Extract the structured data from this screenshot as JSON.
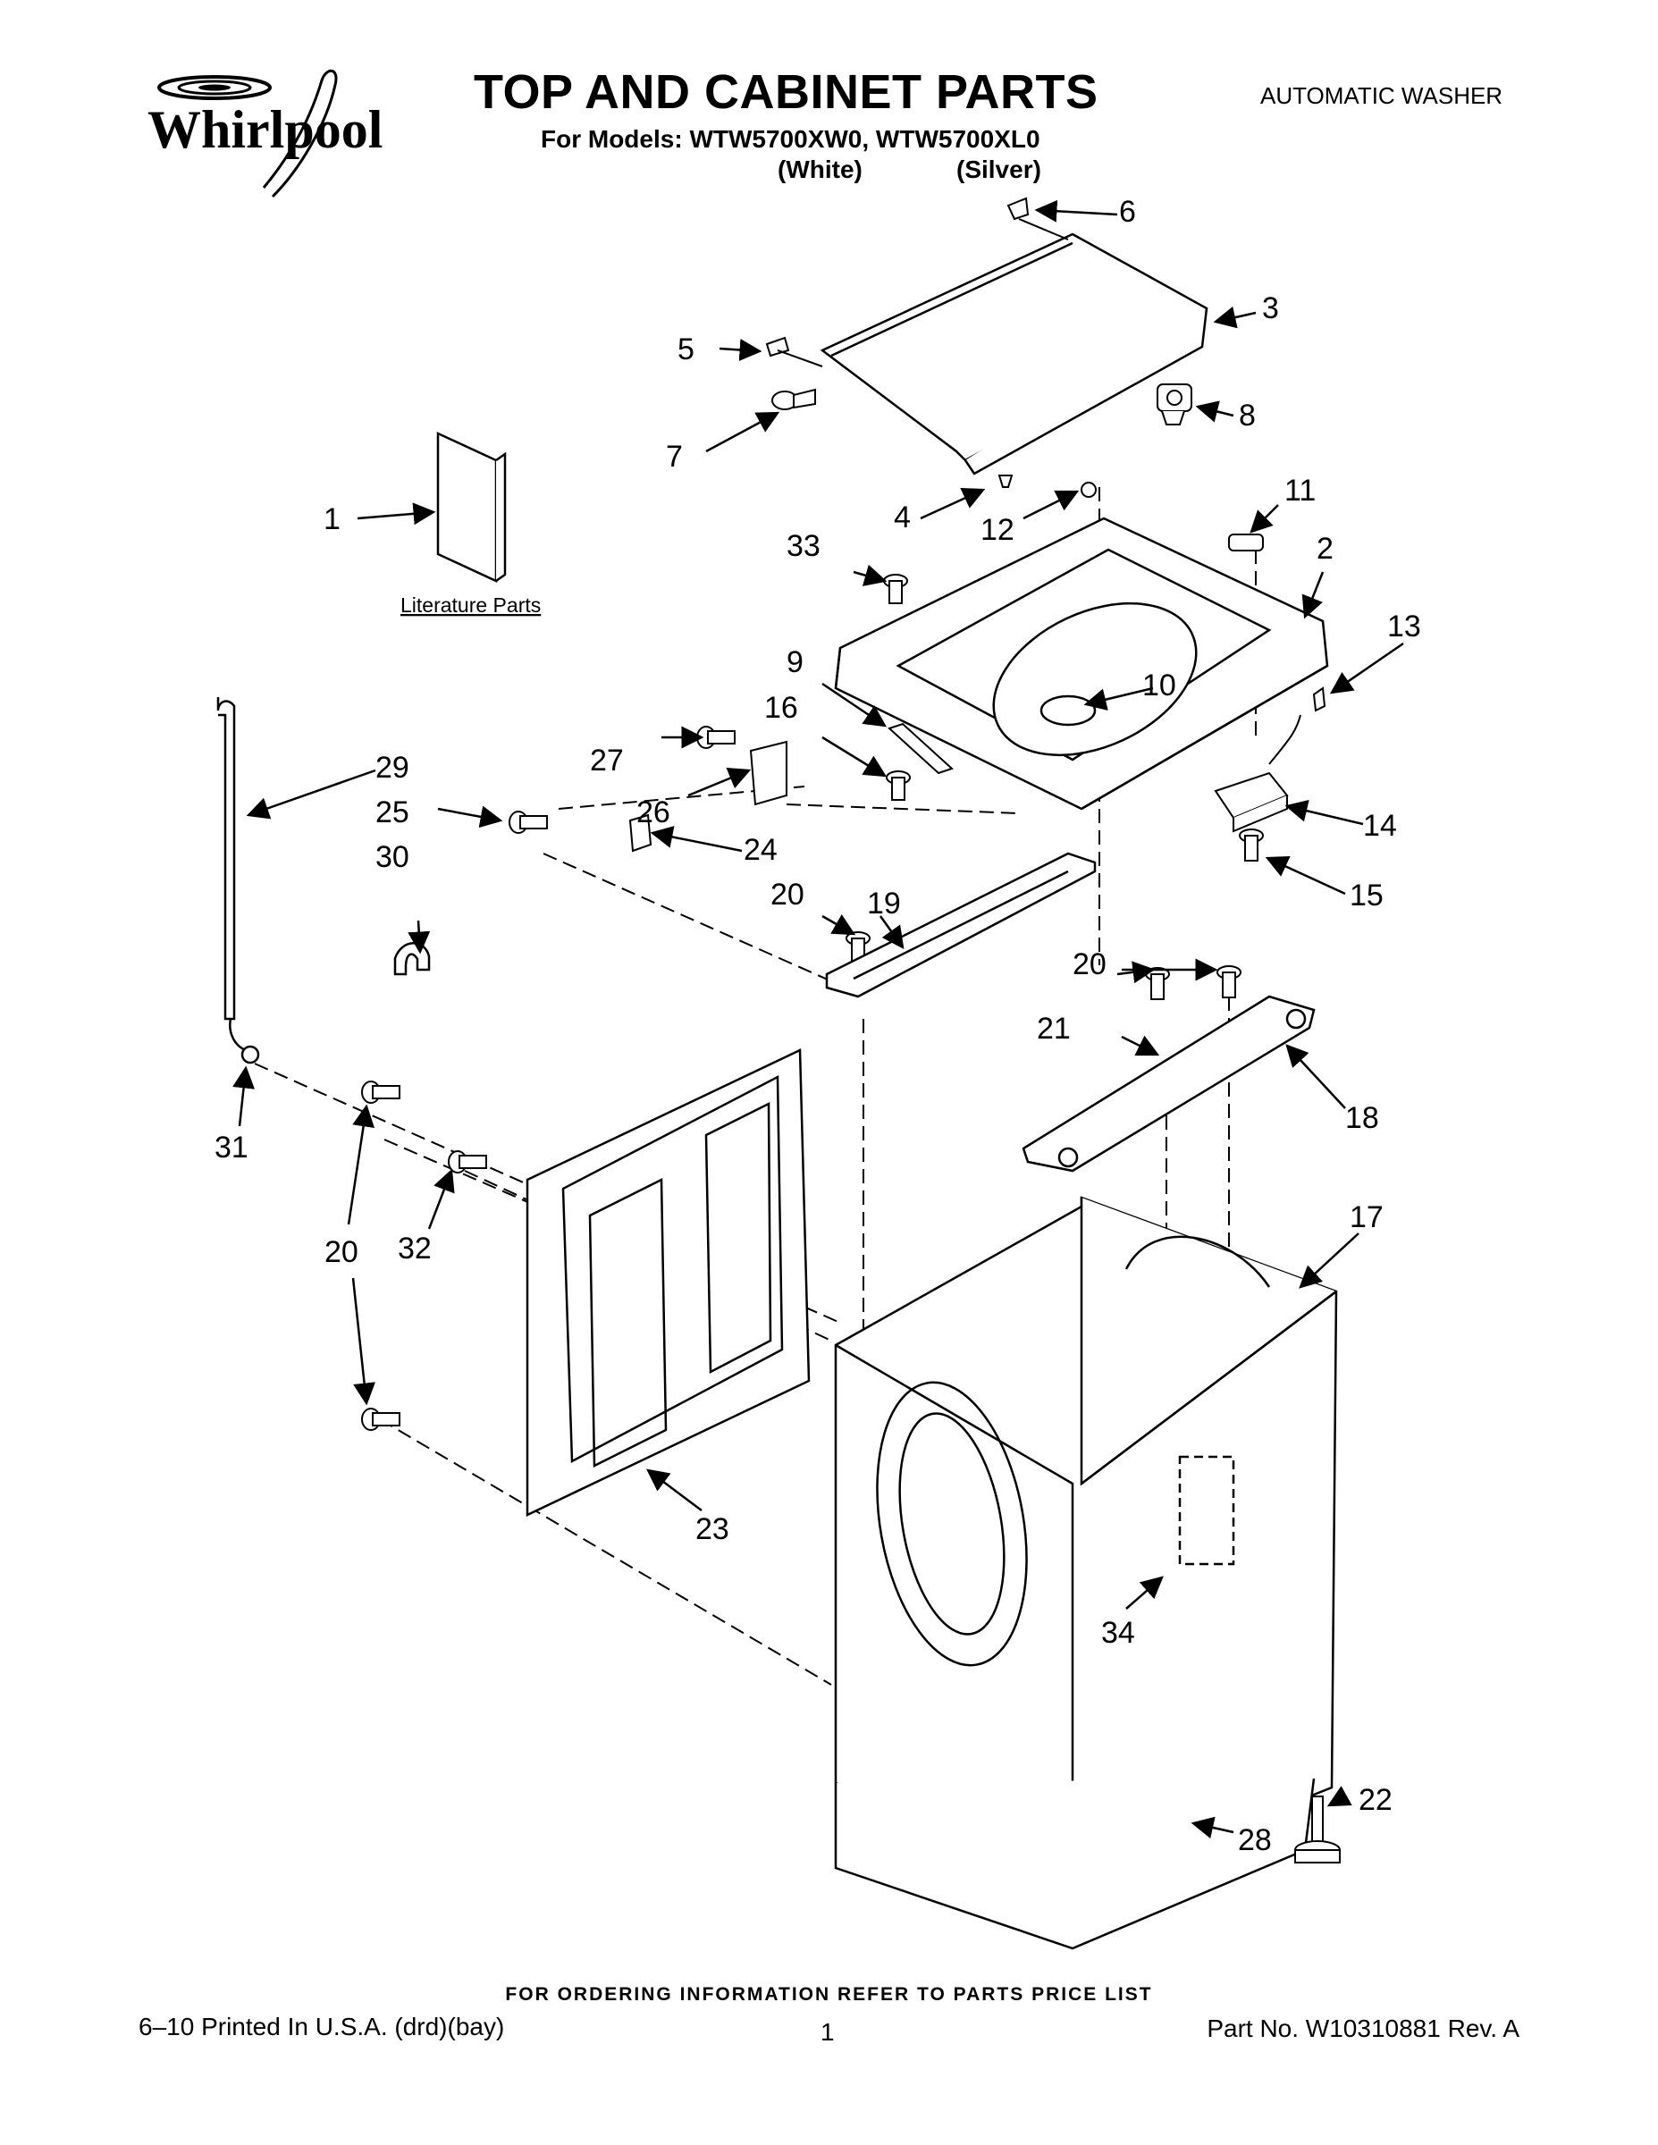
{
  "header": {
    "brand": "Whirlpool",
    "title": "TOP AND CABINET PARTS",
    "models_line": "For Models: WTW5700XW0, WTW5700XL0",
    "variant_white": "(White)",
    "variant_silver": "(Silver)",
    "doc_type": "AUTOMATIC WASHER"
  },
  "diagram": {
    "literature_label": "Literature Parts",
    "callouts": [
      "1",
      "2",
      "3",
      "4",
      "5",
      "6",
      "7",
      "8",
      "9",
      "10",
      "11",
      "12",
      "13",
      "14",
      "15",
      "16",
      "17",
      "18",
      "19",
      "20",
      "20",
      "20",
      "20",
      "21",
      "22",
      "23",
      "24",
      "25",
      "26",
      "27",
      "28",
      "29",
      "30",
      "31",
      "32",
      "33",
      "34"
    ]
  },
  "footer": {
    "ordering_note": "FOR ORDERING INFORMATION REFER TO PARTS PRICE LIST",
    "printed": "6–10 Printed In U.S.A. (drd)(bay)",
    "page": "1",
    "part_no": "Part No. W10310881 Rev. A"
  },
  "colors": {
    "ink": "#000000",
    "paper": "#ffffff"
  }
}
